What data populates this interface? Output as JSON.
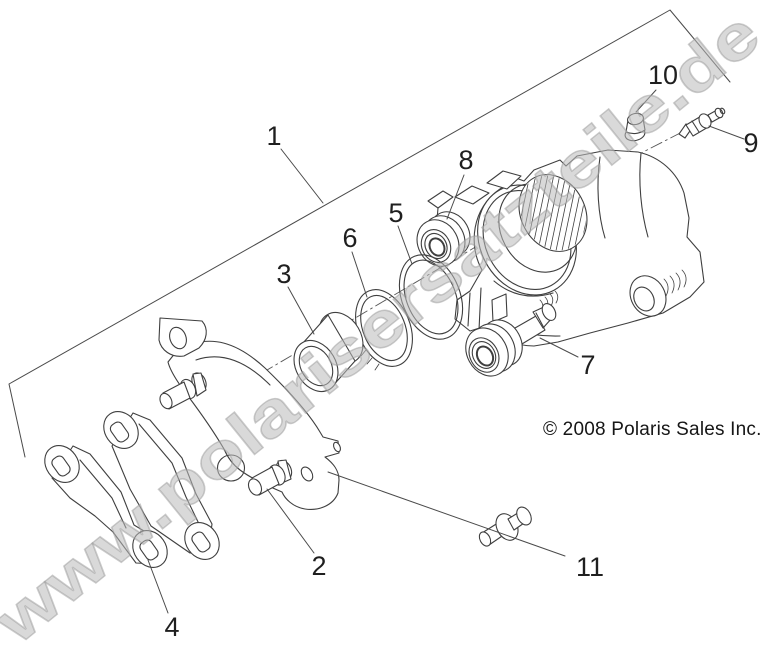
{
  "diagram": {
    "type": "exploded-parts-diagram",
    "copyright": "© 2008 Polaris Sales Inc.",
    "watermark": "www.polarisersatzteile.de",
    "colors": {
      "background": "#ffffff",
      "line": "#3f3f3f",
      "label": "#1f1f1f",
      "watermark_fill": "#b9b9b9",
      "watermark_stroke": "#9a9a9a"
    },
    "callouts": [
      {
        "number": "1"
      },
      {
        "number": "2"
      },
      {
        "number": "3"
      },
      {
        "number": "4"
      },
      {
        "number": "5"
      },
      {
        "number": "6"
      },
      {
        "number": "7"
      },
      {
        "number": "8"
      },
      {
        "number": "9"
      },
      {
        "number": "10"
      },
      {
        "number": "11"
      }
    ]
  }
}
